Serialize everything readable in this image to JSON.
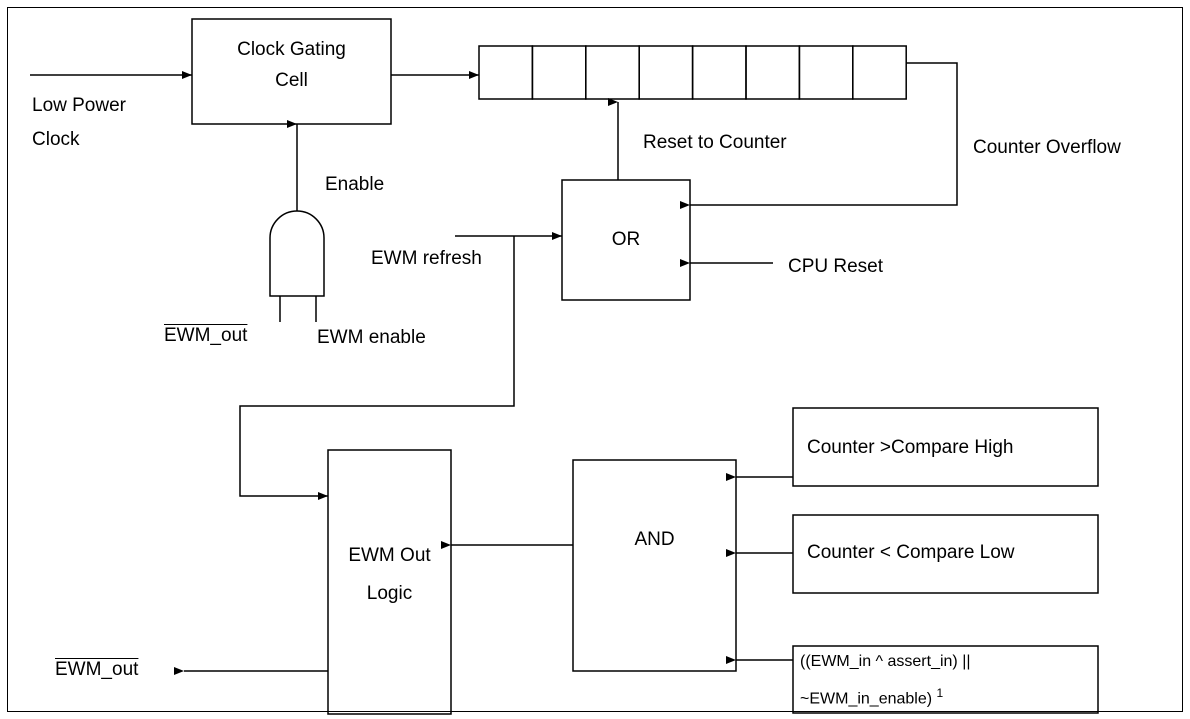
{
  "labels": {
    "low_power_1": "Low Power",
    "low_power_2": "Clock",
    "clock_gating_1": "Clock Gating",
    "clock_gating_2": "Cell",
    "enable": "Enable",
    "ewm_out_bar": "EWM_out",
    "ewm_enable": "EWM enable",
    "reset_to_counter": "Reset to Counter",
    "counter_overflow": "Counter Overflow",
    "ewm_refresh": "EWM refresh",
    "or": "OR",
    "cpu_reset": "CPU Reset",
    "ewm_out_logic_1": "EWM Out",
    "ewm_out_logic_2": "Logic",
    "and": "AND",
    "cmp_high": "Counter >Compare High",
    "cmp_low": "Counter < Compare Low",
    "ewm_in_1": "((EWM_in ^ assert_in) ||",
    "ewm_in_2": "~EWM_in_enable)",
    "footnote": "1",
    "ewm_out_output": "EWM_out"
  },
  "counter_cells": 8
}
